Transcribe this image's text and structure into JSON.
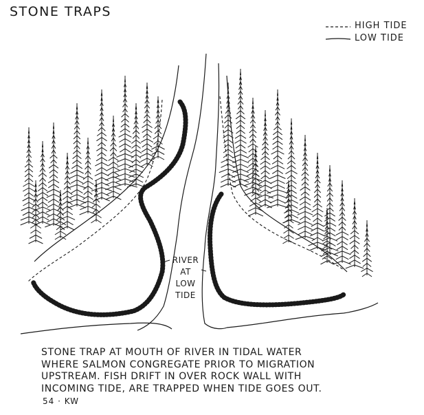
{
  "title": "STONE TRAPS",
  "legend": {
    "high_tide": "HIGH TIDE",
    "low_tide": "LOW TIDE"
  },
  "river_label": [
    "RIVER",
    "AT LOW",
    "TIDE"
  ],
  "caption": [
    "STONE TRAP AT MOUTH OF RIVER IN TIDAL WATER",
    "WHERE SALMON CONGREGATE PRIOR TO MIGRATION",
    "UPSTREAM. FISH DRIFT IN OVER ROCK WALL WITH",
    "INCOMING TIDE, ARE TRAPPED WHEN TIDE GOES OUT."
  ],
  "credit": "54 · KW"
}
